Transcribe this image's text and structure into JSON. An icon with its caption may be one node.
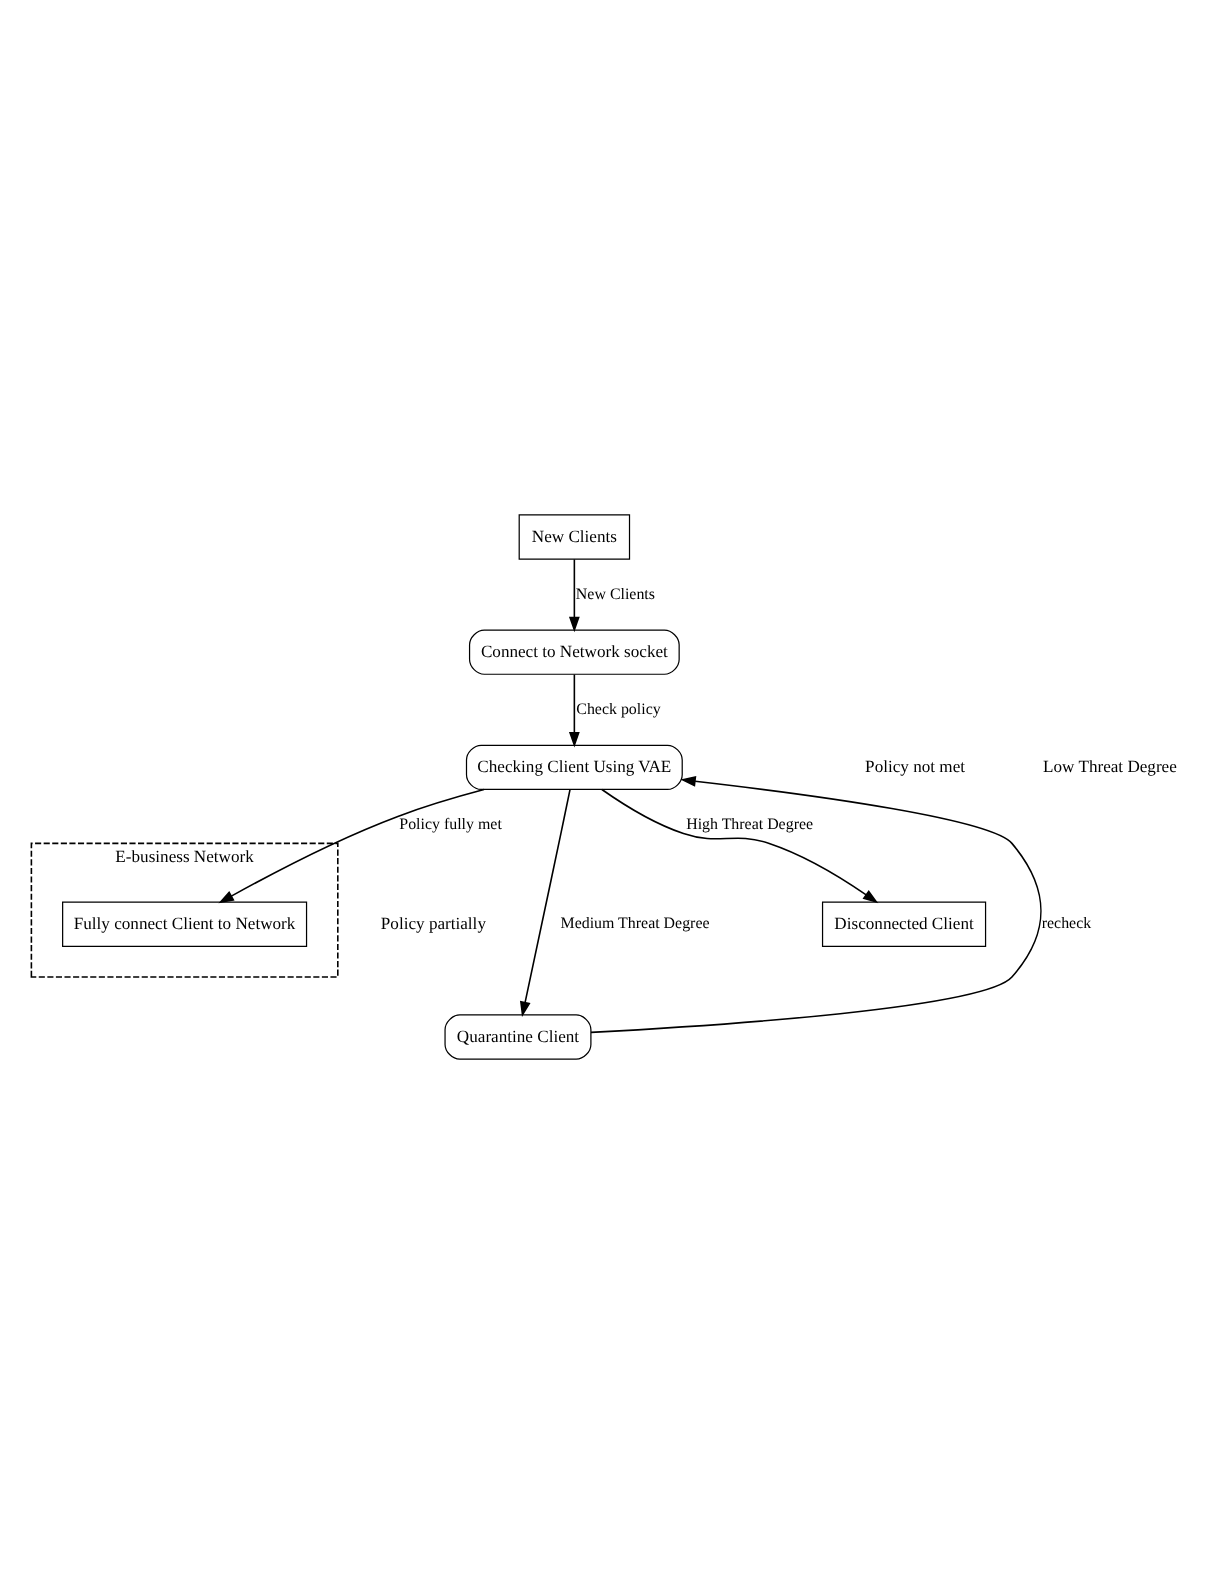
{
  "diagram": {
    "nodes": [
      {
        "text": [
          "New Clients"
        ]
      },
      {
        "text": [
          "Connect to Network socket"
        ]
      },
      {
        "text": [
          "Checking Client Using VAE"
        ]
      },
      {
        "text": [
          "Quarantine Client"
        ]
      },
      {
        "text": [
          "Disconnected Client"
        ]
      },
      {
        "text": [
          "E-business Network"
        ]
      },
      {
        "text": [
          "Fully connect Client to Network"
        ],
        "in": 5
      }
    ],
    "edges": [
      {
        "from": 0,
        "to": 1,
        "arrow": "to",
        "label": "New Clients"
      },
      {
        "from": 1,
        "to": 2,
        "arrow": "to",
        "label": "Check policy"
      },
      {
        "from": 2,
        "to": 6,
        "arrow": "to",
        "label": "Policy fully met"
      },
      {
        "from": 2,
        "to": 3,
        "arrow": "to",
        "label": "Medium Threat Degree"
      },
      {
        "from": 3,
        "to": 2,
        "arrow": "to",
        "label": "recheck"
      },
      {
        "from": 2,
        "to": 4,
        "arrow": "to",
        "label": "High Threat Degree"
      }
    ],
    "labels": [
      "Low Threat Degree",
      "Policy partially",
      "Policy not met"
    ]
  }
}
